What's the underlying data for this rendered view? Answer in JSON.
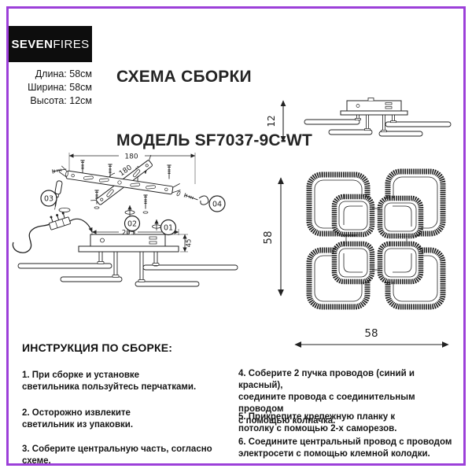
{
  "brand": {
    "bold": "SEVEN",
    "light": "FIRES"
  },
  "title": {
    "line1": "СХЕМА СБОРКИ",
    "line2": "МОДЕЛЬ SF7037-9C-WT"
  },
  "specs": {
    "length": "Длина: 58см",
    "width": "Ширина: 58см",
    "height": "Высота: 12см"
  },
  "colors": {
    "border_accent": "#9C3FD9",
    "logo_bg": "#0D0D0D",
    "ink": "#1A1A1A"
  },
  "dims": {
    "top180": "180",
    "diag180": "180",
    "plate205": "205",
    "height45": "45",
    "side12": "12",
    "top58v": "58",
    "top58h": "58"
  },
  "callouts": {
    "c1": "01",
    "c2": "02",
    "c3": "03",
    "c4": "04"
  },
  "instructions": {
    "heading": "ИНСТРУКЦИЯ ПО СБОРКЕ:",
    "steps": [
      "1. При сборке и установке\nсветильника пользуйтесь перчатками.",
      "2. Осторожно извлеките\nсветильник из упаковки.",
      "3. Соберите центральную часть, согласно схеме.",
      "4. Соберите 2 пучка проводов (синий и красный),\nсоедините провода с соединительным проводом\nс помощью колпачка.",
      "5. Прикрепите крепежную планку к\nпотолку с помощью 2-х саморезов.",
      "6. Соедините центральный провод с проводом\nэлектросети с помощью клемной колодки."
    ]
  }
}
